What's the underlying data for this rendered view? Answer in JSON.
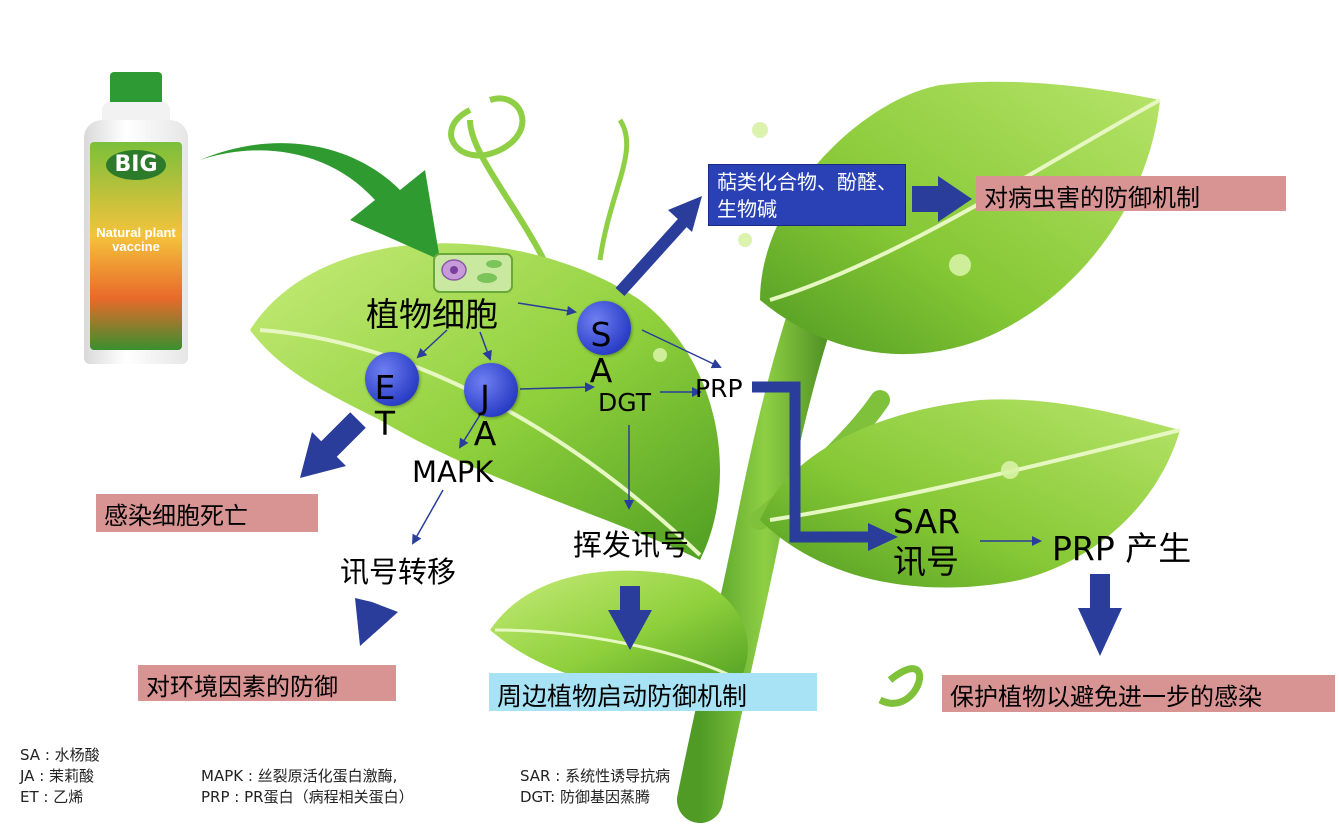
{
  "product": {
    "logo": "BIG",
    "name": "Natural plant vaccine"
  },
  "nodes": {
    "plant_cell": "植物细胞",
    "sa": "S A",
    "et": "E T",
    "ja": "J A",
    "dgt": "DGT",
    "prp": "PRP",
    "mapk": "MAPK",
    "signal_transfer": "讯号转移",
    "volatile_signal": "挥发讯号",
    "sar_signal": "SAR 讯号",
    "prp_production": "PRP 产生"
  },
  "outcomes": {
    "terpenoids": "萜类化合物、酚醛、生物碱",
    "pest_defense": "对病虫害的防御机制",
    "cell_death": "感染细胞死亡",
    "env_defense": "对环境因素的防御",
    "neighbor_defense": "周边植物启动防御机制",
    "protect_further": "保护植物以避免进一步的感染"
  },
  "legend": {
    "col1": [
      "SA : 水杨酸",
      "JA : 茉莉酸",
      "ET : 乙烯"
    ],
    "col2": [
      "MAPK : 丝裂原活化蛋白激酶,",
      "PRP : PR蛋白（病程相关蛋白）"
    ],
    "col3": [
      "SAR : 系统性诱导抗病",
      "DGT: 防御基因蒸腾"
    ]
  },
  "colors": {
    "arrow_dark": "#2a3d9a",
    "leaf": "#8fcf3c",
    "pink_box": "#d89393",
    "cyan_box": "#a7e3f5",
    "blue_box": "#2a40b5",
    "big_arrow_green": "#2f9a2f"
  }
}
